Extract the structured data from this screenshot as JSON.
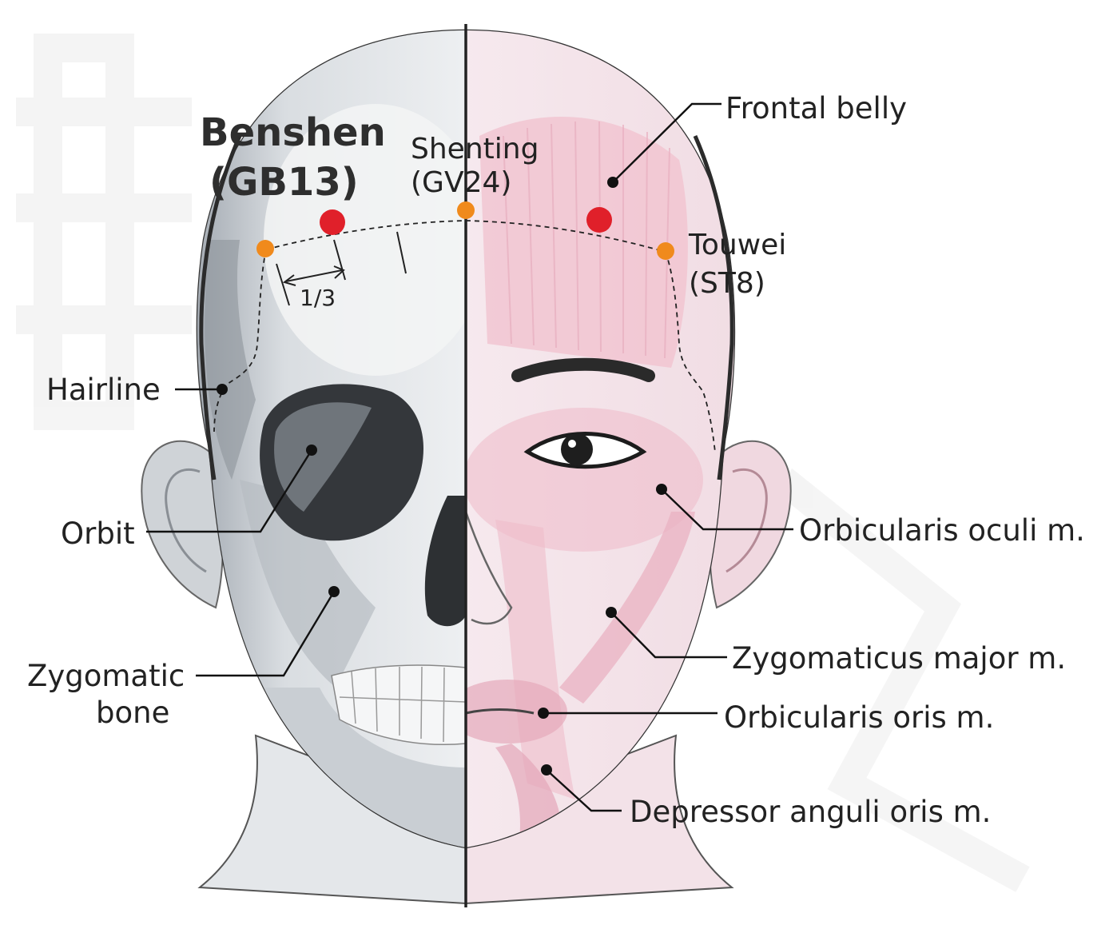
{
  "title": {
    "name": "Benshen",
    "code": "(GB13)"
  },
  "points": {
    "shenting": {
      "name": "Shenting",
      "code": "(GV24)"
    },
    "touwei": {
      "name": "Touwei",
      "code": "(ST8)"
    }
  },
  "measure": "1/3",
  "labels": {
    "frontal_belly": "Frontal belly",
    "hairline": "Hairline",
    "orbit": "Orbit",
    "orbicularis_oculi": "Orbicularis oculi m.",
    "zygomatic_line1": "Zygomatic",
    "zygomatic_line2": "bone",
    "zygomaticus_major": "Zygomaticus major m.",
    "orbicularis_oris": "Orbicularis oris m.",
    "depressor": "Depressor anguli oris m."
  },
  "colors": {
    "primary_point": "#e0202a",
    "secondary_point": "#f08a1c",
    "muscle": "#f2c6d2"
  }
}
